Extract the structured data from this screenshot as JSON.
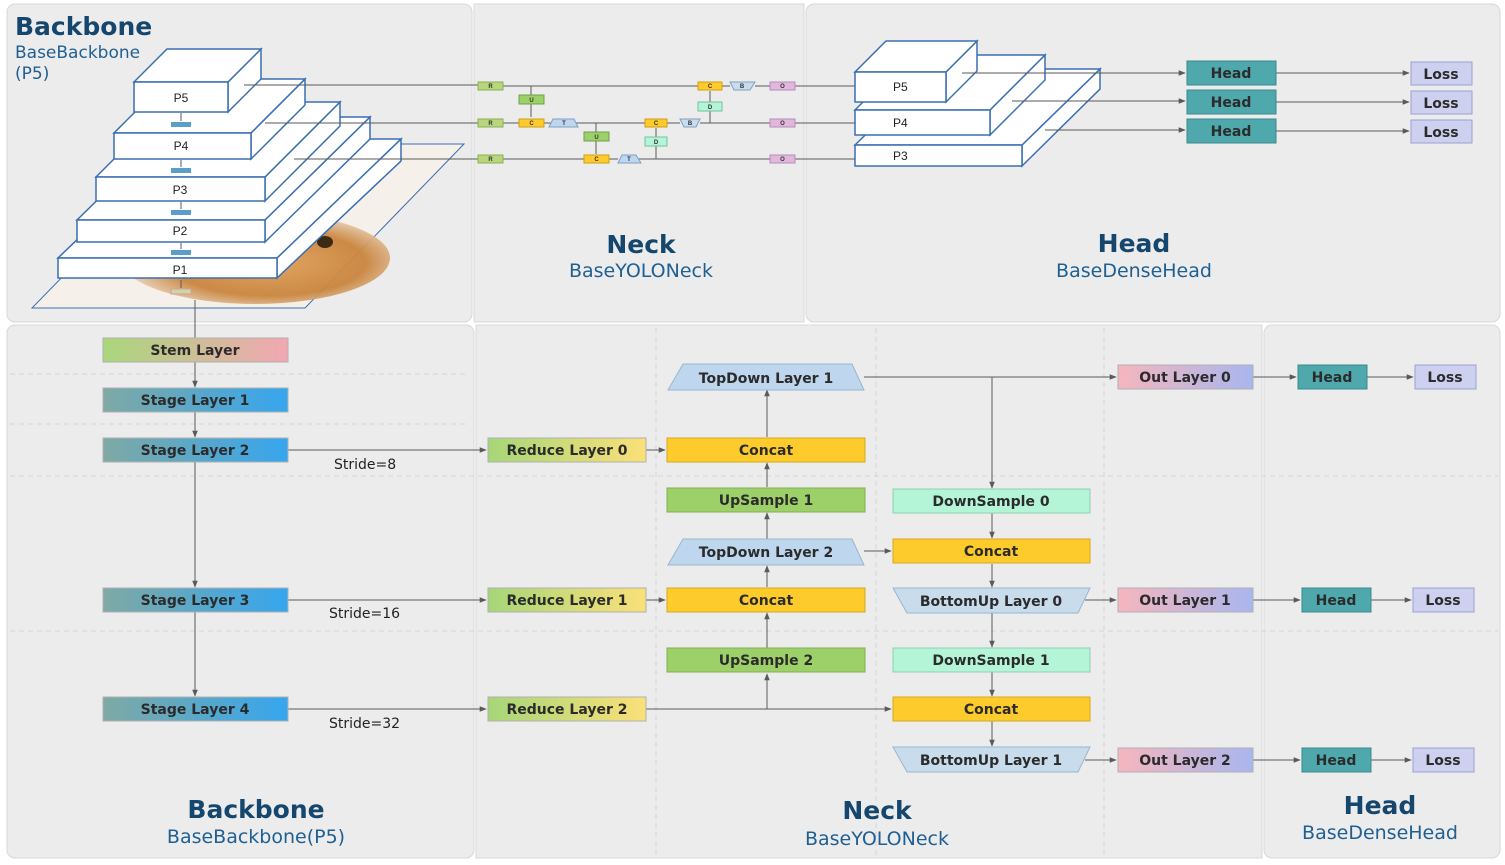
{
  "top": {
    "backbone": {
      "title": "Backbone",
      "sub1": "BaseBackbone",
      "sub2": "(P5)",
      "levels": [
        "P5",
        "P4",
        "P3",
        "P2",
        "P1"
      ]
    },
    "neck": {
      "title": "Neck",
      "sub": "BaseYOLONeck",
      "mini": {
        "R": "R",
        "U": "U",
        "C": "C",
        "T": "T",
        "B": "B",
        "D": "D",
        "O": "O"
      }
    },
    "head": {
      "title": "Head",
      "sub": "BaseDenseHead",
      "levels": [
        "P5",
        "P4",
        "P3"
      ],
      "head_label": "Head",
      "loss_label": "Loss"
    }
  },
  "bottom": {
    "backbone": {
      "title": "Backbone",
      "sub": "BaseBackbone(P5)",
      "stem": "Stem Layer",
      "stage1": "Stage Layer 1",
      "stage2": "Stage Layer 2",
      "stage3": "Stage Layer 3",
      "stage4": "Stage Layer 4",
      "stride8": "Stride=8",
      "stride16": "Stride=16",
      "stride32": "Stride=32"
    },
    "neck": {
      "title": "Neck",
      "sub": "BaseYOLONeck",
      "reduce0": "Reduce Layer 0",
      "reduce1": "Reduce Layer 1",
      "reduce2": "Reduce Layer 2",
      "topdown1": "TopDown Layer 1",
      "topdown2": "TopDown Layer 2",
      "concat": "Concat",
      "upsample1": "UpSample 1",
      "upsample2": "UpSample 2",
      "downsample0": "DownSample 0",
      "downsample1": "DownSample 1",
      "bottomup0": "BottomUp Layer 0",
      "bottomup1": "BottomUp Layer 1",
      "out0": "Out Layer 0",
      "out1": "Out Layer 1",
      "out2": "Out Layer 2"
    },
    "head": {
      "title": "Head",
      "sub": "BaseDenseHead",
      "head_label": "Head",
      "loss_label": "Loss"
    }
  },
  "colors": {
    "panel": "#ececec",
    "border": "#d4d4d4",
    "title": "#14466e",
    "subtitle": "#1f5f93",
    "green": "#99cf72",
    "concat": "#fdcb2c",
    "topdown": "#bed7ee",
    "upsample": "#9ed06a",
    "downsample": "#b4f5d8",
    "bottomup": "#c9dcec",
    "out": "#f4b8c0",
    "head": "#4fa8ac",
    "loss": "#cdd1ef",
    "stage": "#3fa6e4",
    "stem": "#a8d57c"
  }
}
